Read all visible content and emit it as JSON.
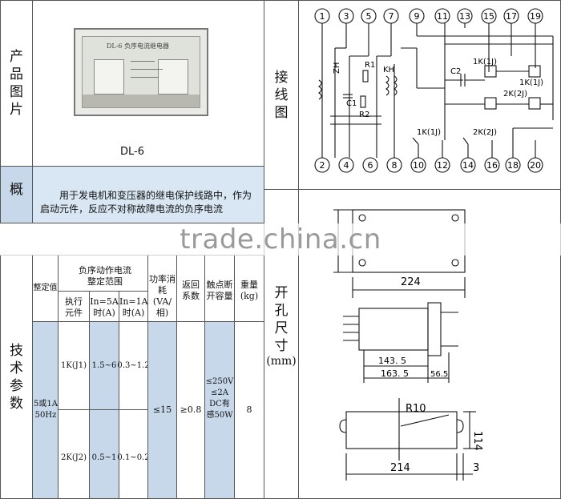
{
  "labels": {
    "product_photo": "产\n品\n图\n片",
    "wiring": "接\n线\n图",
    "overview": "概",
    "tech_params": "技\n术\n参\n数",
    "cutout": "开\n孔\n尺\n寸",
    "cutout_unit": "(mm)"
  },
  "product": {
    "model_caption": "DL-6",
    "panel_text": "DL-6  负序电流继电器"
  },
  "overview_text": "用于发电机和变压器的继电保护线路中，作为启动元件，反应不对称故障电流的负序",
  "overview_tail": "电流",
  "watermark": "trade.china.cn",
  "tech_table": {
    "h_setting": "整定值",
    "h_range": "负序动作电流整定范围",
    "h_element": "执行元件",
    "h_in5": "In=5A时(A)",
    "h_in1": "In=1A时(A)",
    "h_power": "功率消耗(VA/相)",
    "h_return": "返回系数",
    "h_contact": "触点断开容量",
    "h_weight": "重量(kg)",
    "setting": "5或1A\n50Hz",
    "rows": [
      {
        "element": "1K(J1)",
        "in5": "1.5~6",
        "in1": "0.3~1.2"
      },
      {
        "element": "2K(J2)",
        "in5": "0.5~1",
        "in1": "0.1~0.2"
      }
    ],
    "power": "≤15",
    "return_coef": "≥0.8",
    "contact": "≤250V\n≤2A\nDC有\n感50W",
    "weight": "8"
  },
  "wiring": {
    "top_terminals": [
      "1",
      "3",
      "5",
      "7",
      "9",
      "11",
      "13",
      "15",
      "17",
      "19"
    ],
    "bottom_terminals": [
      "2",
      "4",
      "6",
      "8",
      "10",
      "12",
      "14",
      "16",
      "18",
      "20"
    ],
    "comp_ZH": "ZH",
    "comp_R1": "R1",
    "comp_C1": "C1",
    "comp_R2": "R2",
    "comp_KH": "KH",
    "comp_C2": "C2",
    "relay_1K": "1K(1J)",
    "relay_2K": "2K(2J)"
  },
  "dims": {
    "d224": "224",
    "d143": "143. 5",
    "d163": "163. 5",
    "d56": "56.5",
    "r10": "R10",
    "d114": "114",
    "d214": "214",
    "d3": "3"
  }
}
